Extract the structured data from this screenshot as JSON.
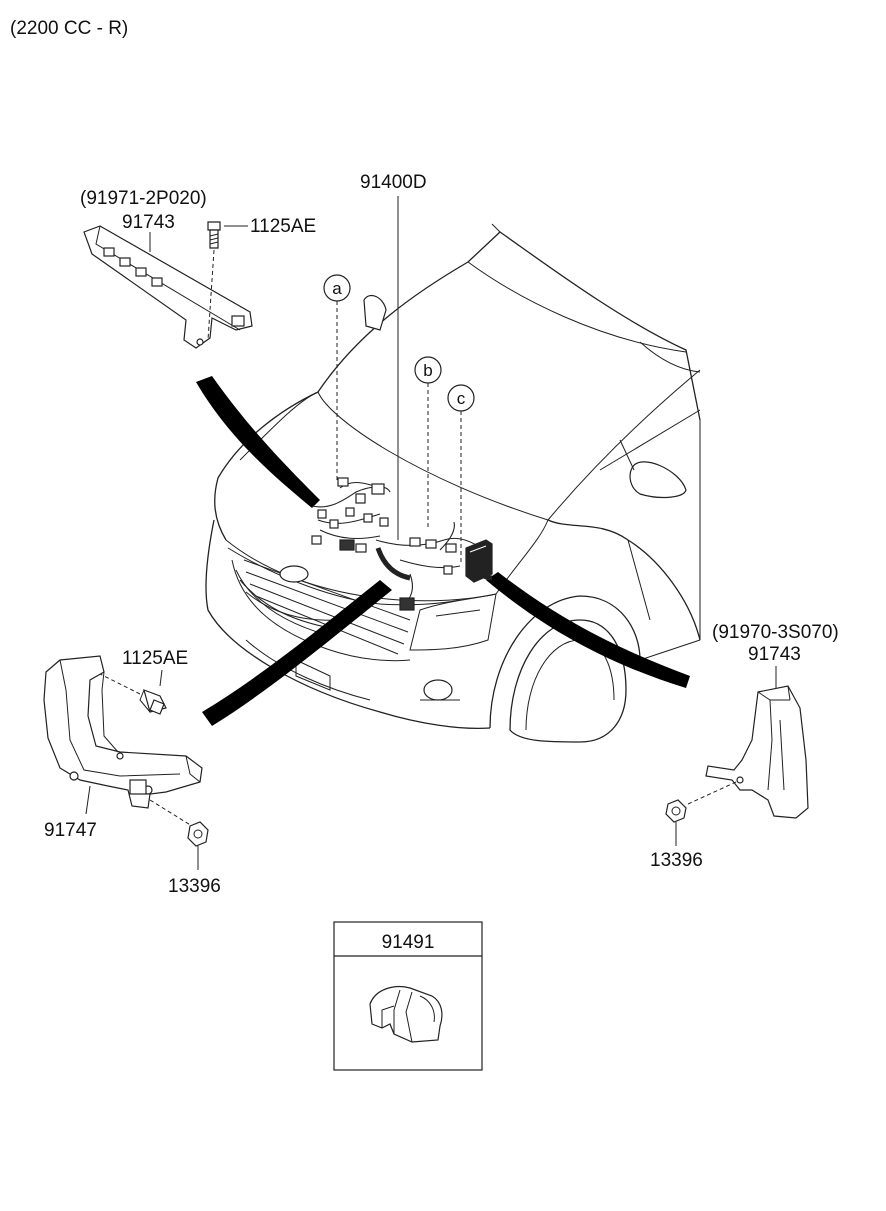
{
  "header": {
    "engine_note": "(2200 CC - R)"
  },
  "labels": {
    "main_harness": "91400D",
    "left_bracket_ref": "(91971-2P020)",
    "left_bracket": "91743",
    "bolt_top": "1125AE",
    "bolt_left": "1125AE",
    "left_lower_bracket": "91747",
    "nut_left": "13396",
    "right_bracket_ref": "(91970-3S070)",
    "right_bracket": "91743",
    "nut_right": "13396",
    "protector": "91491"
  },
  "callouts": {
    "a": "a",
    "b": "b",
    "c": "c"
  }
}
